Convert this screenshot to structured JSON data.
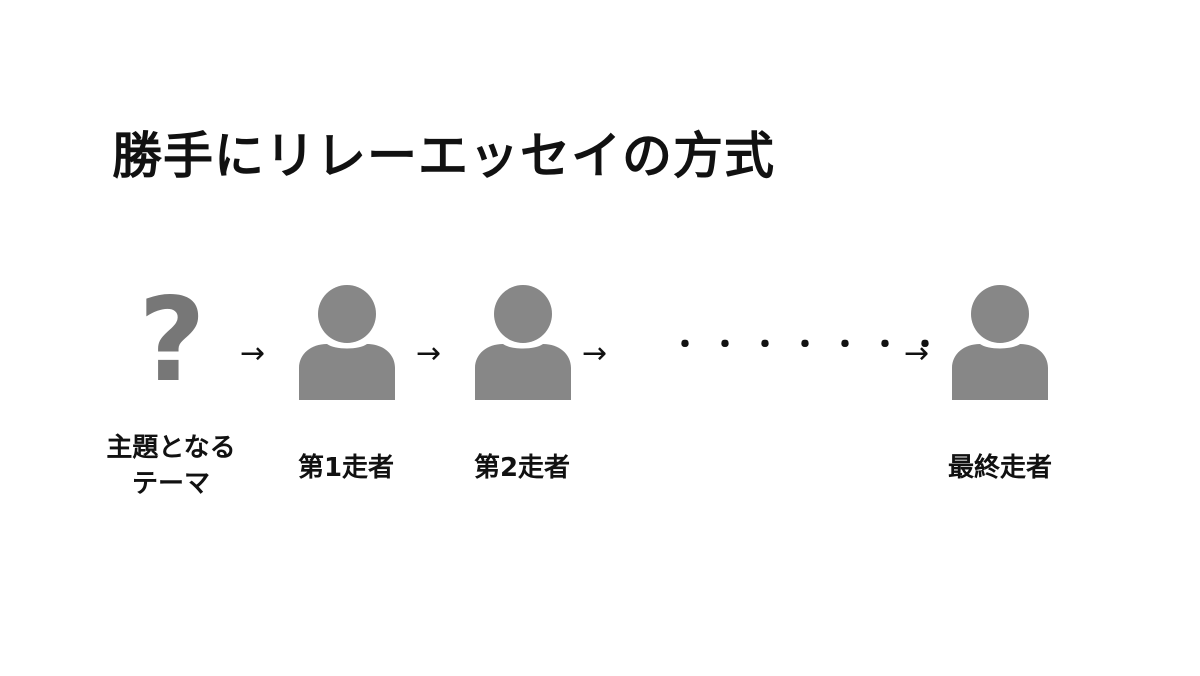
{
  "title": "勝手にリレーエッセイの方式",
  "theme": {
    "symbol": "?",
    "label_line1": "主題となる",
    "label_line2": "テーマ"
  },
  "arrow_glyph": "→",
  "ellipsis": "・・・・・・・",
  "runners": [
    {
      "label": "第1走者"
    },
    {
      "label": "第2走者"
    },
    {
      "label": "最終走者"
    }
  ],
  "colors": {
    "icon": "#878787",
    "text": "#111111",
    "background": "#ffffff"
  },
  "icons": {
    "person": "person-icon",
    "question": "question-mark-icon"
  }
}
